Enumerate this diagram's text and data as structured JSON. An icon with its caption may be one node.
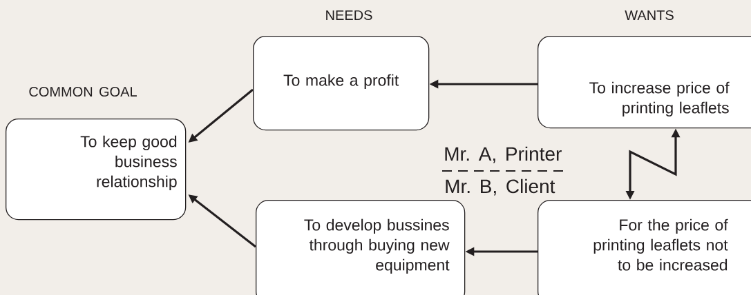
{
  "diagram": {
    "nodes": [
      {
        "text": [
          "COMMON GOAL",
          "To keep good business relationship"
        ]
      },
      {
        "text": [
          "NEEDS",
          "To make a profit"
        ]
      },
      {
        "text": [
          "WANTS",
          "To increase price of printing leaflets"
        ]
      },
      {
        "text": [
          "To develop bussines through buying new equipment"
        ]
      },
      {
        "text": [
          "For the price of printing leaflets not to be increased"
        ]
      }
    ],
    "edges": [
      {
        "from": 2,
        "to": 1,
        "arrow": "to"
      },
      {
        "from": 4,
        "to": 3,
        "arrow": "to"
      },
      {
        "from": 1,
        "to": 0,
        "arrow": "to"
      },
      {
        "from": 3,
        "to": 0,
        "arrow": "to"
      },
      {
        "from": 4,
        "to": 2,
        "arrow": "both"
      }
    ],
    "labels": [
      "Mr. A, Printer",
      "Mr. B, Client"
    ]
  }
}
